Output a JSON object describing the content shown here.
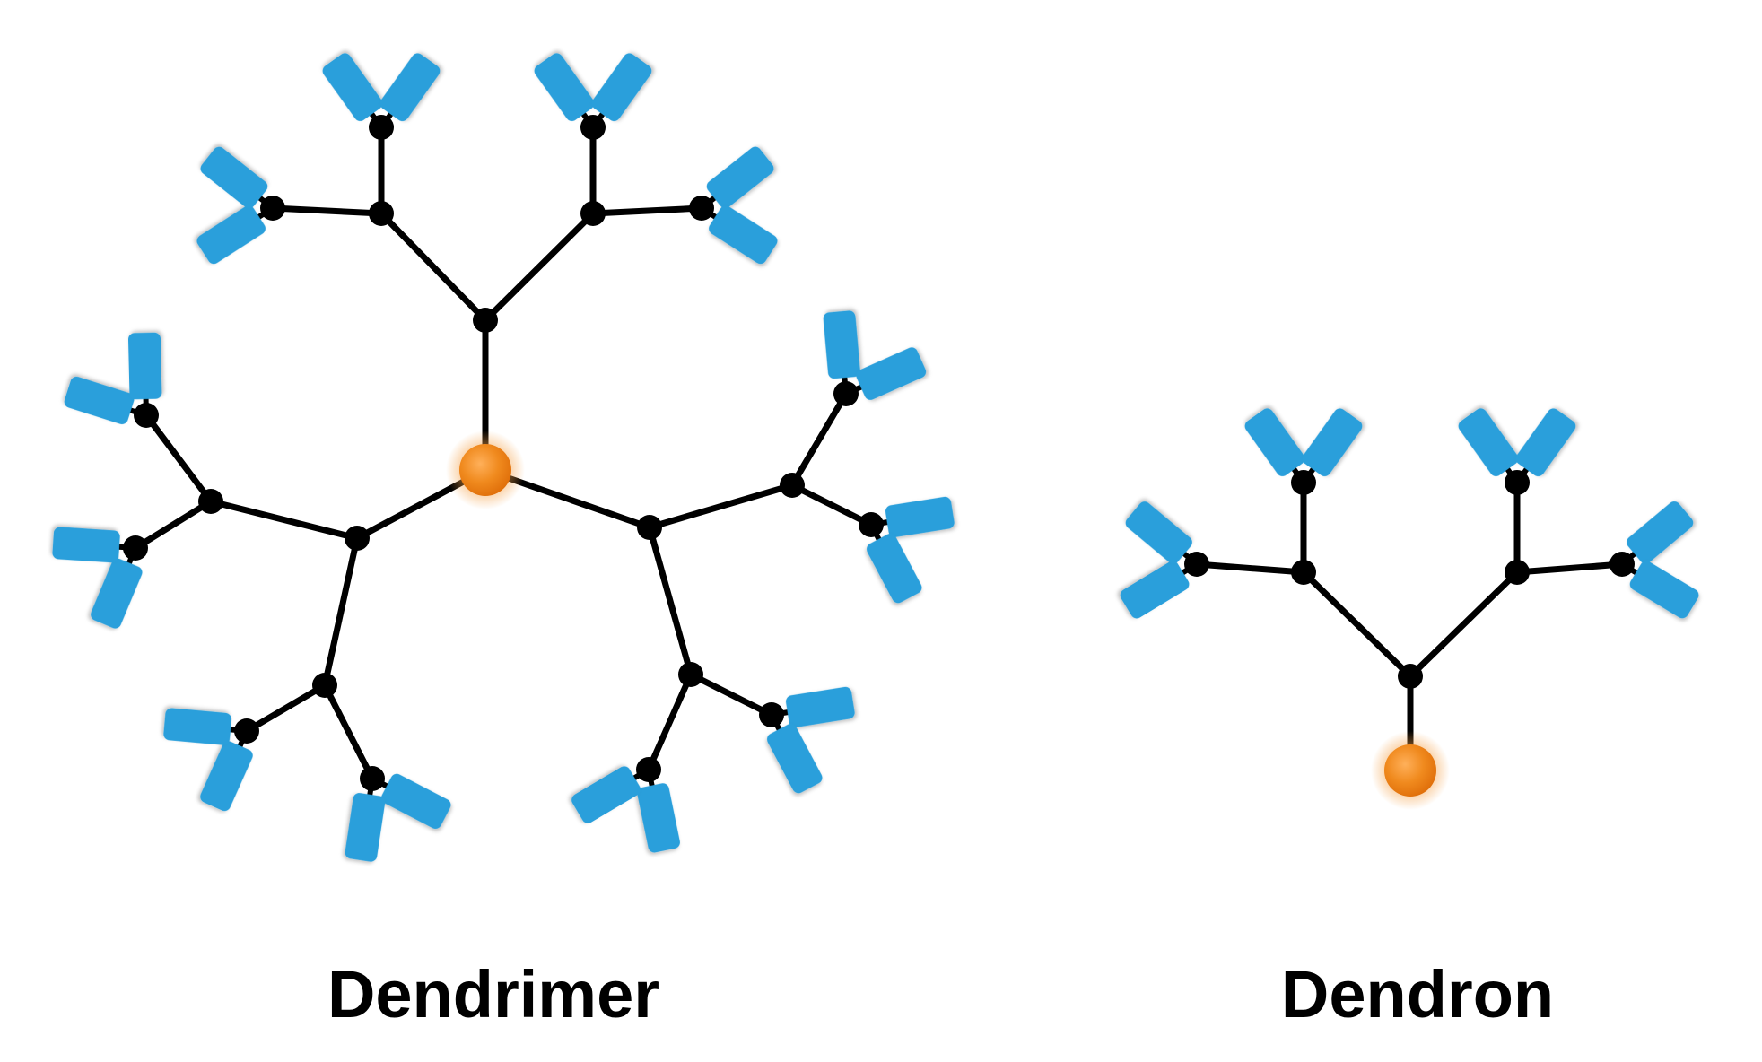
{
  "labels": {
    "dendrimer": "Dendrimer",
    "dendron": "Dendron"
  },
  "colors": {
    "terminal_group": "#2A9FDB",
    "core": "#F08A1E",
    "bond": "#000000",
    "branch_point": "#000000"
  },
  "structures": {
    "dendrimer": {
      "arms": 3,
      "core": "central orange sphere",
      "terminal_groups": 24
    },
    "dendron": {
      "arms": 1,
      "core": "focal orange sphere",
      "terminal_groups": 8
    }
  }
}
